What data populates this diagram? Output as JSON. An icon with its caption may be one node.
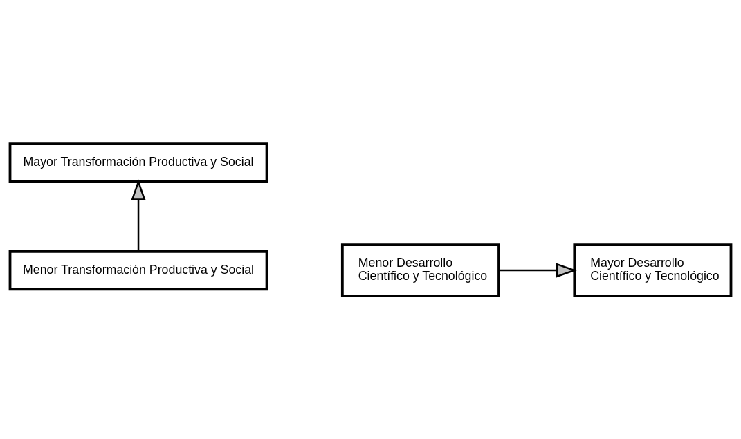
{
  "diagram": {
    "nodes": [
      {
        "text": [
          "Mayor Transformación Productiva y Social"
        ]
      },
      {
        "text": [
          "Menor Desarrollo Científico y Tecnológico"
        ]
      },
      {
        "text": [
          "Mayor Desarrollo Científico y Tecnológico"
        ]
      },
      {
        "text": [
          "Menor Transformación Productiva y Social"
        ]
      }
    ],
    "edges": [
      {
        "from": 1,
        "to": 2,
        "arrow": "to"
      },
      {
        "from": 3,
        "to": 0,
        "arrow": "to"
      }
    ]
  }
}
